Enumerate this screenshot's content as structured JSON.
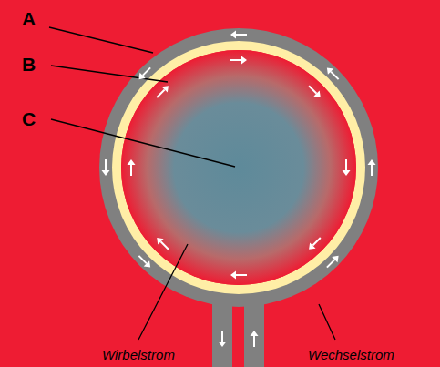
{
  "diagram": {
    "labels": [
      "A",
      "B",
      "C",
      "Wirbelstrom",
      "Wechselstrom"
    ]
  }
}
